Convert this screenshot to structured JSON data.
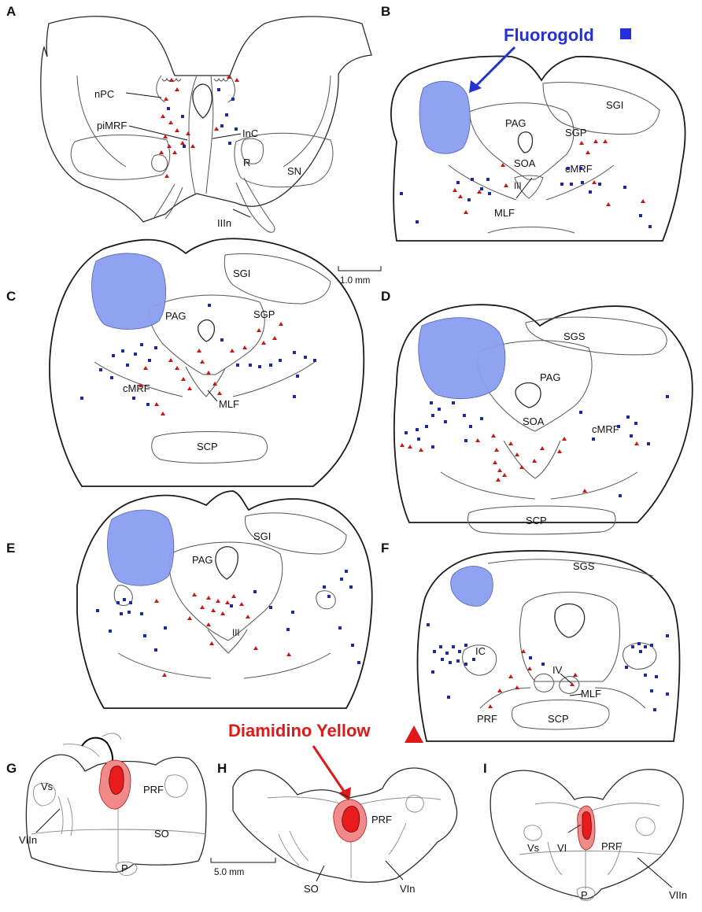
{
  "legend": {
    "fluorogold": {
      "label": "Fluorogold",
      "symbol": "square",
      "color": "#2531d6"
    },
    "diamidino_yellow": {
      "label": "Diamidino Yellow",
      "symbol": "triangle",
      "color": "#e01818"
    }
  },
  "colors": {
    "fluorogold_zone": "#8b9ef2",
    "fluorogold_marker": "#1c2b9e",
    "dy_zone_outer": "#f18a8a",
    "dy_zone_inner": "#e81c1c",
    "dy_marker": "#c81616"
  },
  "scale_bars": {
    "top": "1.0 mm",
    "bottom": "5.0 mm"
  },
  "panels": {
    "A": {
      "letter": "A",
      "labels": {
        "npc": "nPC",
        "pimrf": "piMRF",
        "inc": "InC",
        "r": "R",
        "sn": "SN",
        "iiin": "IIIn"
      }
    },
    "B": {
      "letter": "B",
      "labels": {
        "sgi": "SGI",
        "pag": "PAG",
        "sgp": "SGP",
        "soa": "SOA",
        "cmrf": "cMRF",
        "iii": "III",
        "mlf": "MLF"
      }
    },
    "C": {
      "letter": "C",
      "labels": {
        "sgi": "SGI",
        "pag": "PAG",
        "sgp": "SGP",
        "cmrf": "cMRF",
        "mlf": "MLF",
        "scp": "SCP"
      }
    },
    "D": {
      "letter": "D",
      "labels": {
        "sgs": "SGS",
        "pag": "PAG",
        "soa": "SOA",
        "cmrf": "cMRF",
        "scp": "SCP"
      }
    },
    "E": {
      "letter": "E",
      "labels": {
        "sgi": "SGI",
        "pag": "PAG",
        "iii": "III"
      }
    },
    "F": {
      "letter": "F",
      "labels": {
        "sgs": "SGS",
        "ic": "IC",
        "iv": "IV",
        "mlf": "MLF",
        "prf": "PRF",
        "scp": "SCP"
      }
    },
    "G": {
      "letter": "G",
      "labels": {
        "vs": "Vs",
        "prf": "PRF",
        "viin": "VIIn",
        "so": "SO",
        "p": "P"
      }
    },
    "H": {
      "letter": "H",
      "labels": {
        "prf": "PRF",
        "so": "SO",
        "vin": "VIn"
      }
    },
    "I": {
      "letter": "I",
      "labels": {
        "vs": "Vs",
        "vi": "VI",
        "prf": "PRF",
        "viin": "VIIn",
        "p": "P"
      }
    }
  }
}
